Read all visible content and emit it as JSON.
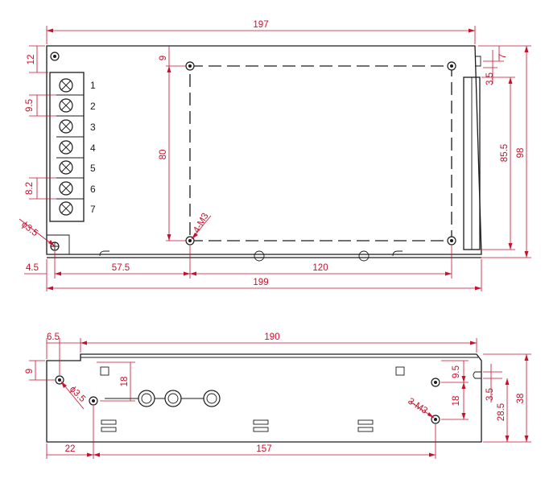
{
  "colors": {
    "outline": "#1a1a1a",
    "dimension": "#c8102e",
    "background": "#ffffff"
  },
  "top_view": {
    "terminal_numbers": [
      "1",
      "2",
      "3",
      "4",
      "5",
      "6",
      "7"
    ],
    "dims": {
      "overall_top": "197",
      "overall_bottom": "199",
      "left_offset": "4.5",
      "hole_to_hole_left": "57.5",
      "hole_to_hole_width": "120",
      "top_margin": "12",
      "terminal_pitch": "9.5",
      "terminal_width": "8.2",
      "hole_diameter": "ϕ3.5",
      "mount_offset": "9",
      "hole_spacing_vertical": "80",
      "mount_label": "4-M3",
      "right_7": "7",
      "right_3_5": "3.5",
      "height_85_5": "85.5",
      "height_98": "98"
    }
  },
  "side_view": {
    "dims": {
      "left_6_5": "6.5",
      "width_190": "190",
      "top_9": "9",
      "hole_diameter": "ϕ3.5",
      "height_18_left": "18",
      "width_22": "22",
      "width_157": "157",
      "mount_label": "3-M3",
      "right_9_5": "9.5",
      "right_18": "18",
      "right_3_5": "3.5",
      "height_28_5": "28.5",
      "height_38": "38"
    }
  }
}
